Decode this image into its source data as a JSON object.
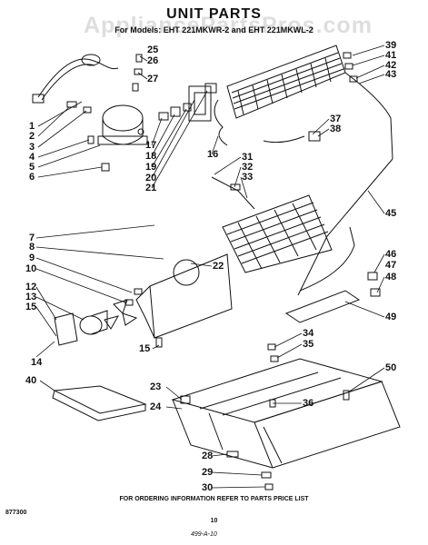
{
  "header": {
    "title": "UNIT PARTS",
    "subtitle": "For Models: EHT 221MKWR-2 and EHT 221MKWL-2"
  },
  "watermark": "AppliancePartsPros.com",
  "callouts": [
    "1",
    "2",
    "3",
    "4",
    "5",
    "6",
    "7",
    "8",
    "9",
    "10",
    "12",
    "13",
    "15",
    "14",
    "40",
    "25",
    "26",
    "27",
    "17",
    "18",
    "19",
    "20",
    "21",
    "16",
    "39",
    "41",
    "42",
    "43",
    "37",
    "38",
    "31",
    "32",
    "33",
    "45",
    "22",
    "46",
    "47",
    "48",
    "49",
    "15",
    "34",
    "35",
    "50",
    "23",
    "24",
    "36",
    "28",
    "29",
    "30"
  ],
  "footer": {
    "note": "FOR ORDERING INFORMATION REFER TO PARTS PRICE LIST",
    "code": "877300",
    "page": "10",
    "handwritten": "499-A-10"
  }
}
